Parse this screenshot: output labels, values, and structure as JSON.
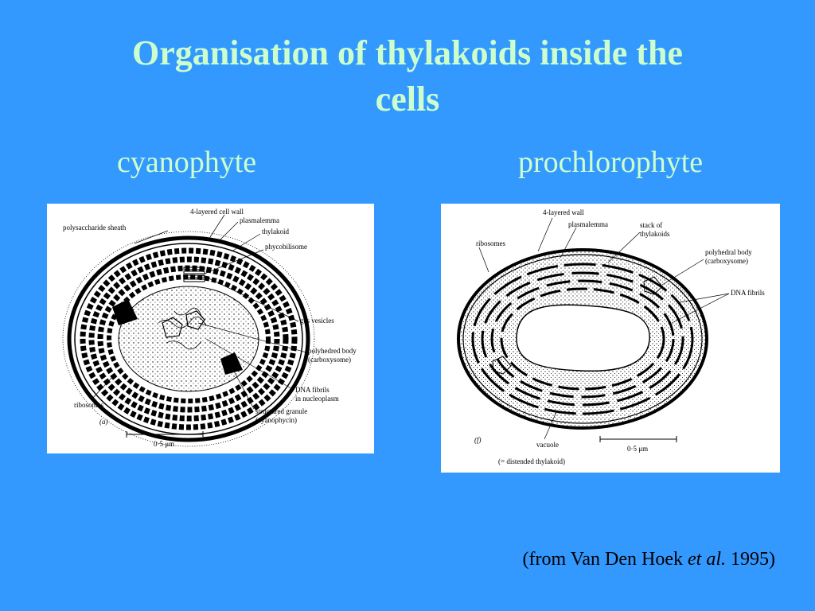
{
  "slide": {
    "title_line1": "Organisation of thylakoids inside the",
    "title_line2": "cells",
    "left_subtitle": "cyanophyte",
    "right_subtitle": "prochlorophyte",
    "citation_prefix": "(from Van Den Hoek",
    "citation_italic": "et al.",
    "citation_suffix": "1995)"
  },
  "left_figure": {
    "panel_letter": "(a)",
    "scale_bar": "0·5 μm",
    "labels": {
      "sheath": "polysaccharide sheath",
      "cell_wall": "4-layered cell wall",
      "plasmalemma": "plasmalemma",
      "thylakoid": "thylakoid",
      "phycobilisome": "phycobilisome",
      "gas_vesicles": "gas vesicles",
      "polyhedral_1": "polyhedred body",
      "polyhedral_2": "(carboxysome)",
      "dna_1": "DNA fibrils",
      "dna_2": "in nucleoplasm",
      "granule_1": "structured granule",
      "granule_2": "(cyanophycin)",
      "ribosomes": "ribosomes"
    }
  },
  "right_figure": {
    "panel_letter": "(f)",
    "scale_bar": "0·5 μm",
    "labels": {
      "cell_wall": "4-layered wall",
      "plasmalemma": "plasmalemma",
      "stack_1": "stack of",
      "stack_2": "thylakoids",
      "ribosomes": "ribosomes",
      "polyhedral_1": "polyhedral body",
      "polyhedral_2": "(carboxysome)",
      "dna": "DNA fibrils",
      "vacuole_1": "vacuole",
      "vacuole_2": "(= distended thylakoid)"
    }
  }
}
